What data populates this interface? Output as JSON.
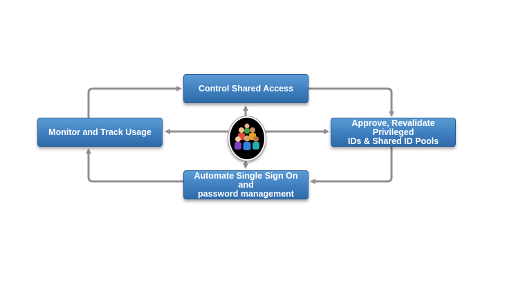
{
  "nodes": {
    "control": {
      "label": "Control Shared  Access"
    },
    "monitor": {
      "label": "Monitor and  Track Usage"
    },
    "approve": {
      "line1": "Approve, Revalidate Privileged",
      "line2": "IDs & Shared ID Pools"
    },
    "automate": {
      "line1": "Automate Single Sign On and",
      "line2": "password management"
    }
  },
  "hub": {
    "icon": "people-group-icon"
  },
  "edges": [
    {
      "from": "control",
      "to": "approve",
      "style": "clockwise-cycle"
    },
    {
      "from": "approve",
      "to": "automate",
      "style": "clockwise-cycle"
    },
    {
      "from": "automate",
      "to": "monitor",
      "style": "clockwise-cycle"
    },
    {
      "from": "monitor",
      "to": "control",
      "style": "clockwise-cycle"
    },
    {
      "from": "hub",
      "to": "control"
    },
    {
      "from": "hub",
      "to": "monitor"
    },
    {
      "from": "hub",
      "to": "approve"
    },
    {
      "from": "hub",
      "to": "automate"
    }
  ],
  "colors": {
    "box": "#3f7fbf",
    "arrow": "#909090"
  }
}
